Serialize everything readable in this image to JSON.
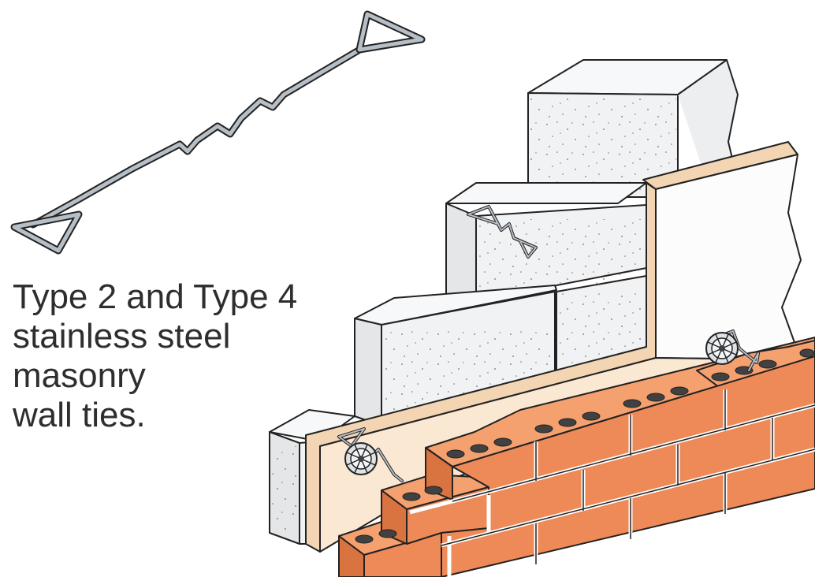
{
  "caption": {
    "lines": [
      "Type 2 and Type 4",
      "stainless steel",
      "masonry",
      "wall ties."
    ]
  },
  "colors": {
    "block_face": "#f1f2f3",
    "block_side": "#e4e6e8",
    "insulation_face": "#fbe8d3",
    "insulation_edge": "#f3d4b3",
    "brick_front": "#ee8a57",
    "brick_top": "#f4a06f",
    "brick_hole": "#414141",
    "tie_wire": "#b6bec6",
    "outline": "#222222",
    "caption_text": "#2e2e2e"
  },
  "components": {
    "wall_tie": "stainless-steel-wall-tie",
    "inner_leaf": "concrete-block-wall",
    "insulation": "insulation-board",
    "outer_leaf": "perforated-brick-wall",
    "clip": "insulation-retaining-clip"
  }
}
